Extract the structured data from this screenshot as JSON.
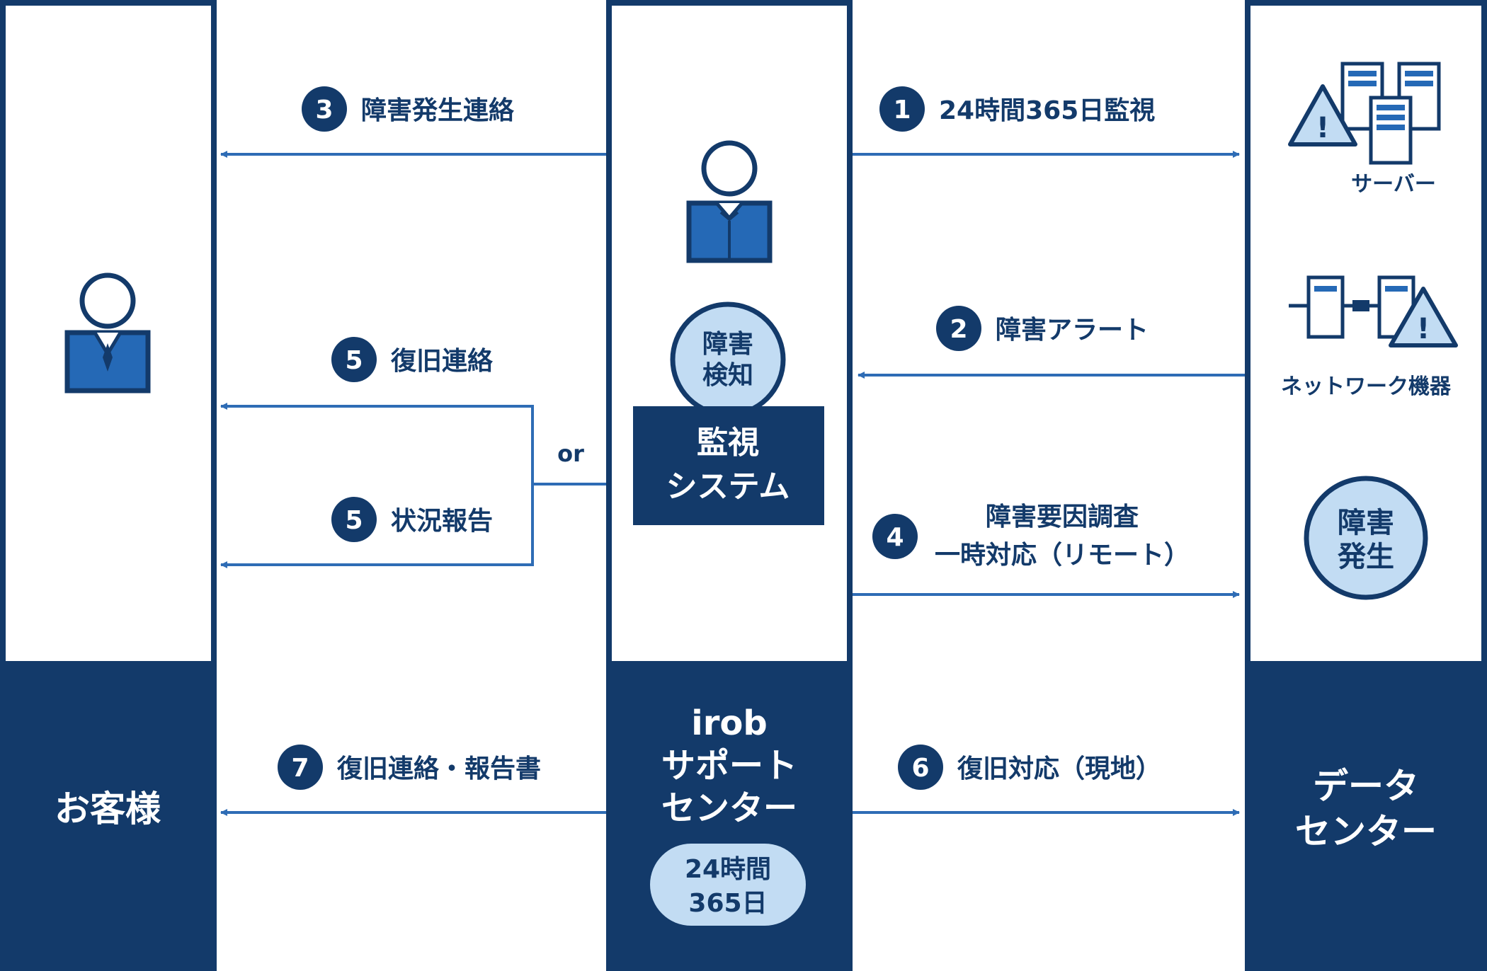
{
  "colors": {
    "navy": "#133a6a",
    "blue": "#2569b6",
    "arrow": "#2e6cb5",
    "light_blue": "#c2dcf3",
    "white": "#ffffff"
  },
  "columns": {
    "customer": {
      "label": "お客様"
    },
    "support": {
      "label_lines": [
        "irob",
        "サポート",
        "センター"
      ],
      "badge_lines": [
        "24時間",
        "365日"
      ]
    },
    "datacenter": {
      "label_lines": [
        "データ",
        "センター"
      ]
    }
  },
  "monitoring": {
    "bubble_lines": [
      "障害",
      "検知"
    ],
    "box_lines": [
      "監視",
      "システム"
    ]
  },
  "datacenter_items": {
    "server_label": "サーバー",
    "network_label": "ネットワーク機器",
    "incident_lines": [
      "障害",
      "発生"
    ]
  },
  "steps": [
    {
      "num": "1",
      "lines": [
        "24時間365日監視"
      ]
    },
    {
      "num": "2",
      "lines": [
        "障害アラート"
      ]
    },
    {
      "num": "3",
      "lines": [
        "障害発生連絡"
      ]
    },
    {
      "num": "4",
      "lines": [
        "障害要因調査",
        "一時対応（リモート）"
      ]
    },
    {
      "num": "5",
      "lines": [
        "復旧連絡"
      ]
    },
    {
      "num": "5",
      "lines": [
        "状況報告"
      ]
    },
    {
      "num": "6",
      "lines": [
        "復旧対応（現地）"
      ]
    },
    {
      "num": "7",
      "lines": [
        "復旧連絡・報告書"
      ]
    }
  ],
  "or_label": "or"
}
